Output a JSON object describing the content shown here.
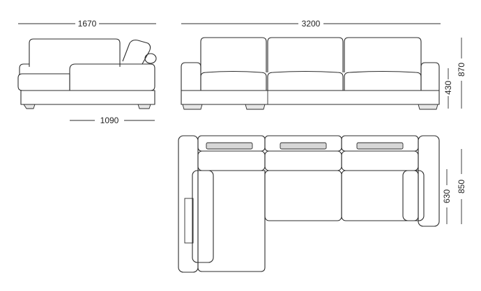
{
  "dimensions": {
    "side_overall_width": "1670",
    "side_seat_depth": "1090",
    "front_overall_width": "3200",
    "seat_height": "430",
    "overall_height": "870",
    "seat_depth_plan": "630",
    "overall_depth_plan": "850"
  },
  "colors": {
    "line": "#2b2b2b",
    "background": "#ffffff"
  }
}
